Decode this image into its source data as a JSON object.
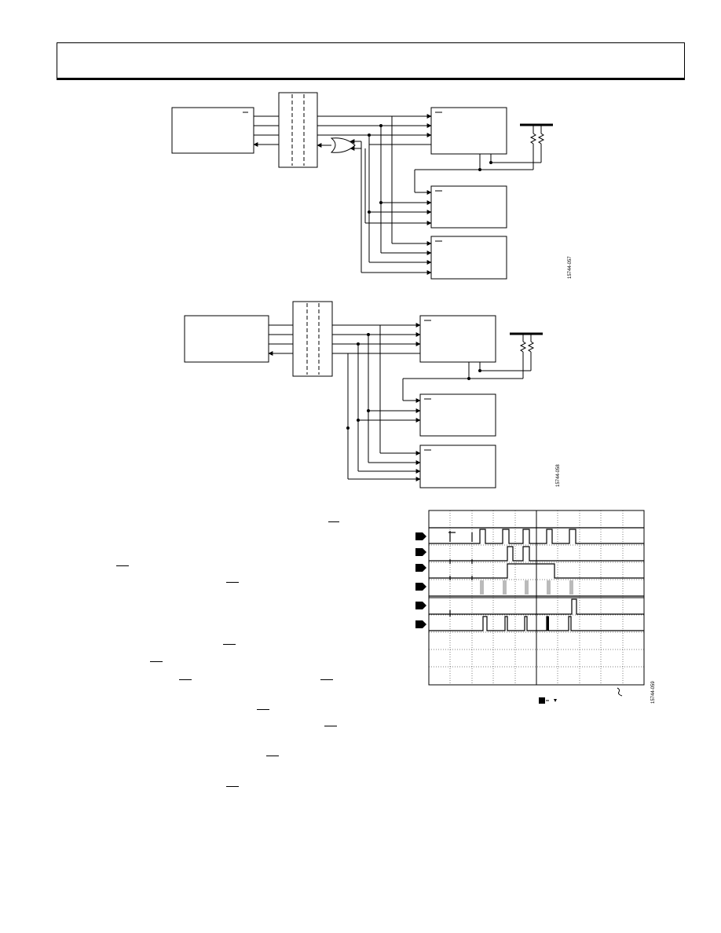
{
  "page": {
    "figure_ids": {
      "fig_a": "15744-057",
      "fig_b": "15744-058",
      "fig_c": "15744-059"
    }
  },
  "colors": {
    "line": "#000000",
    "scope_grid": "#000000",
    "scope_pulse_gray": "#bbbbbb"
  },
  "icons": {
    "scope_channel_marker": "pentagon-arrow-icon",
    "trigger_marker": "square-arrow-icon",
    "resistor": "zigzag-resistor-icon",
    "or_gate": "or-gate-icon"
  }
}
